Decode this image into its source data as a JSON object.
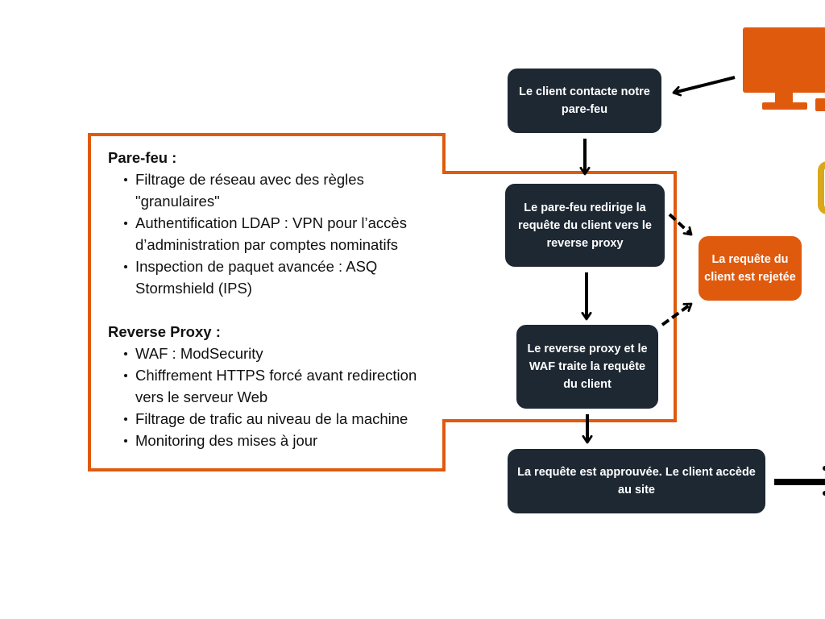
{
  "info": {
    "firewall": {
      "title": "Pare-feu :",
      "items": [
        "Filtrage de réseau avec des règles \"granulaires\"",
        "Authentification LDAP : VPN pour l’accès d’administration par comptes nominatifs",
        "Inspection de paquet avancée : ASQ Stormshield (IPS)"
      ]
    },
    "proxy": {
      "title": "Reverse Proxy :",
      "items": [
        "WAF : ModSecurity",
        "Chiffrement HTTPS forcé avant redirection vers le serveur Web",
        "Filtrage de trafic au niveau de la machine",
        "Monitoring des mises à jour"
      ]
    }
  },
  "nodes": {
    "client_contact": "Le client contacte notre pare-feu",
    "firewall_redirect": "Le pare-feu redirige la requête du client vers le reverse proxy",
    "proxy_waf": "Le reverse proxy et le WAF traite la requête du client",
    "approved": "La requête est approuvée. Le client accède au site",
    "rejected": "La requête du client est rejetée"
  },
  "icons": {
    "client": "computer-monitor-icon"
  },
  "colors": {
    "accent_orange": "#e05a0e",
    "node_dark": "#1e2833",
    "partial_yellow": "#d9a81c"
  }
}
